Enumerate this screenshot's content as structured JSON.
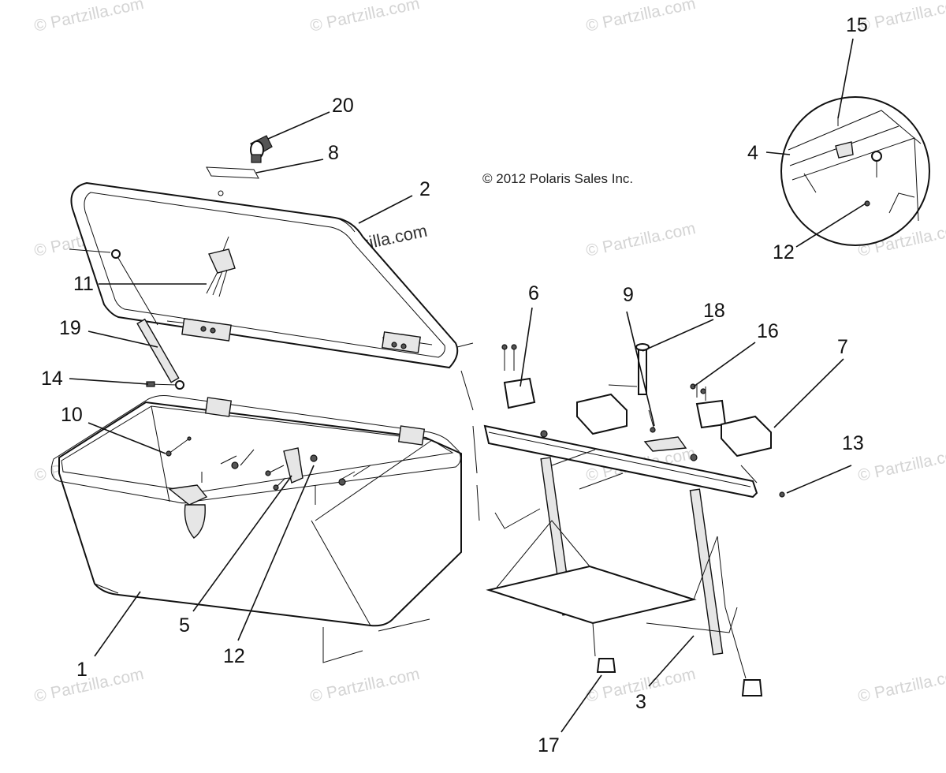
{
  "copyright": "© 2012 Polaris Sales Inc.",
  "watermark": "© Partzilla.com",
  "callouts": {
    "c1": "1",
    "c2": "2",
    "c3": "3",
    "c4": "4",
    "c5": "5",
    "c6": "6",
    "c7": "7",
    "c8": "8",
    "c9": "9",
    "c10": "10",
    "c11": "11",
    "c12a": "12",
    "c12b": "12",
    "c13": "13",
    "c14": "14",
    "c15": "15",
    "c16": "16",
    "c17": "17",
    "c18": "18",
    "c19": "19",
    "c20": "20"
  },
  "colors": {
    "line": "#111111",
    "watermark": "#d4d4d4",
    "background": "#ffffff"
  }
}
